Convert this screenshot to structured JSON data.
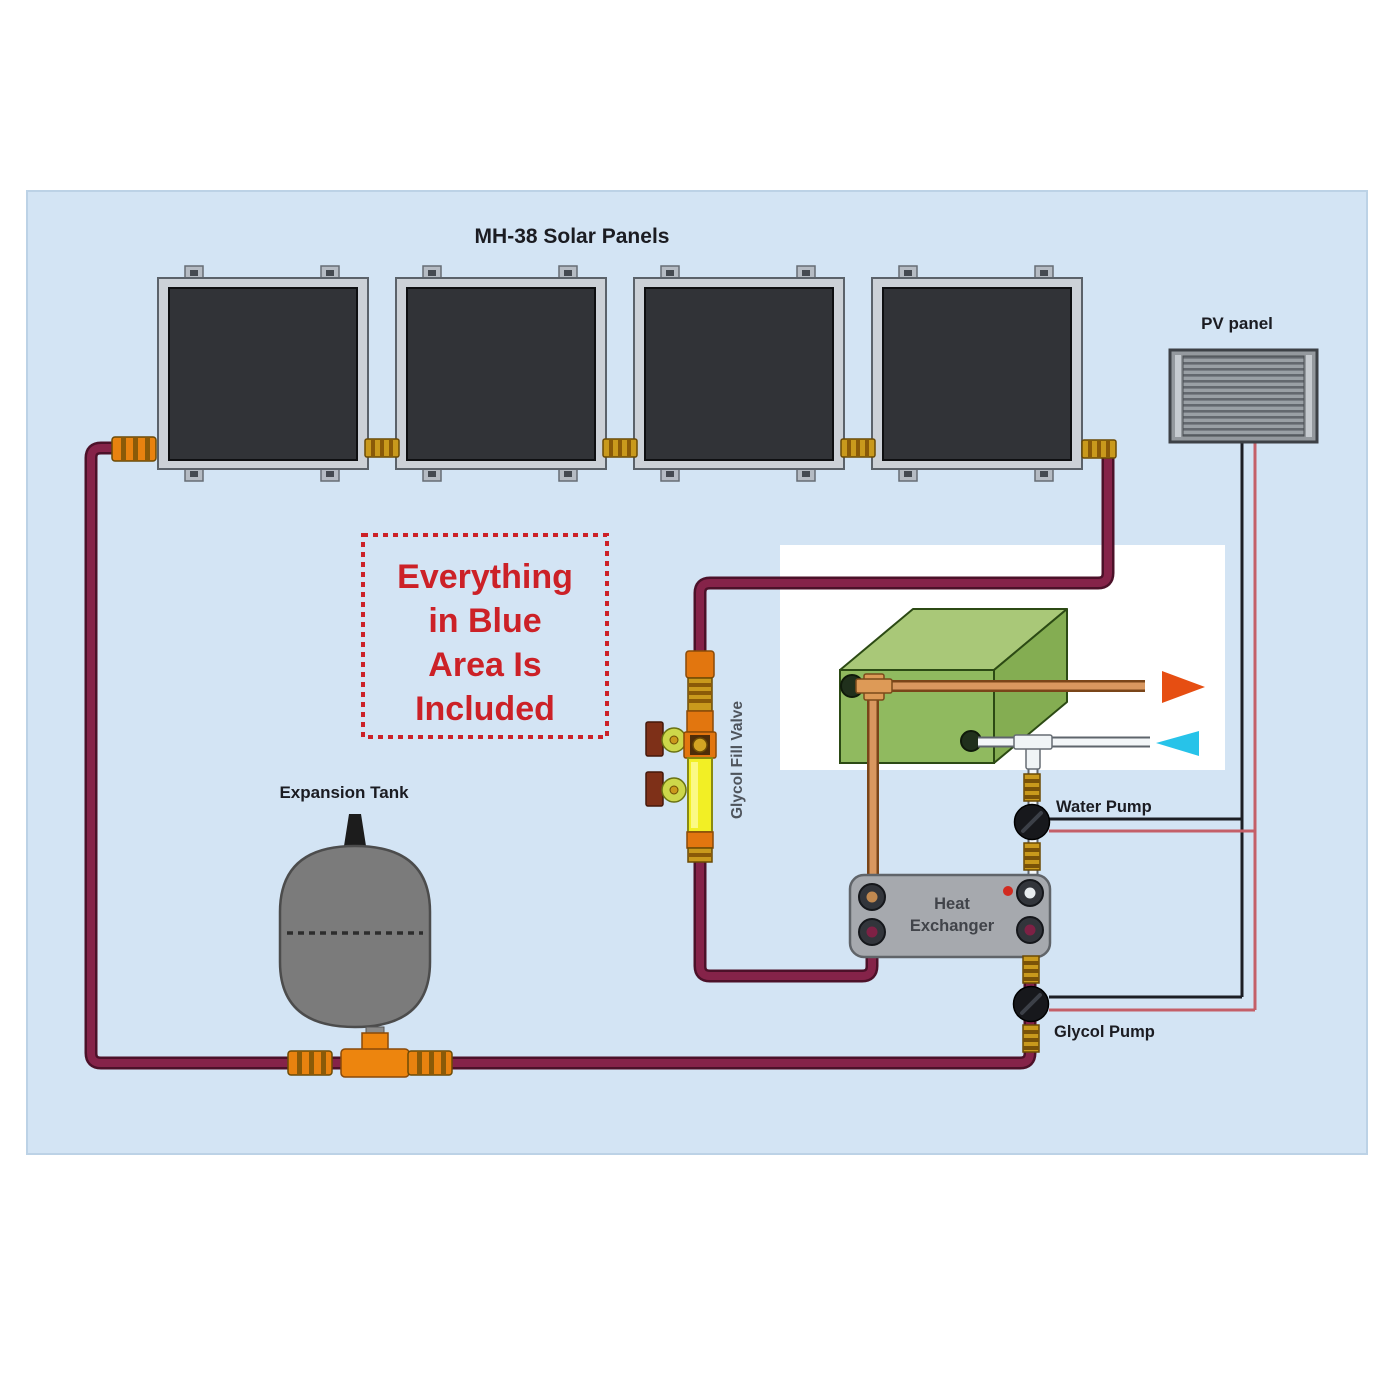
{
  "title": "MH-38 Solar Panels",
  "labels": {
    "pv_panel": "PV panel",
    "expansion_tank": "Expansion Tank",
    "glycol_fill_valve": "Glycol Fill Valve",
    "water_pump": "Water Pump",
    "glycol_pump": "Glycol Pump",
    "heat_exchanger": [
      "Heat",
      "Exchanger"
    ]
  },
  "note": {
    "lines": [
      "Everything",
      "in Blue",
      "Area Is",
      "Included"
    ],
    "color": "#cc2127"
  },
  "panel_count": "4",
  "colors": {
    "blue_area": "#d3e4f4",
    "note_red": "#cc2127",
    "glycol_pipe_maroon": "#852349",
    "copper_pipe": "#d9975f",
    "water_pipe_white": "#f3f6f8",
    "hot_water_arrow": "#e64e12",
    "cold_water_arrow": "#27c3e9",
    "pv_wire_black": "#1c1e24",
    "pv_wire_red": "#c45f68",
    "solar_absorber": "#313337",
    "storage_tank_green": "#90ba5f",
    "expansion_tank_gray": "#7b7b7b",
    "brass_fitting": "#c9991c",
    "valve_orange": "#e2760f",
    "valve_yellow": "#f2ef25"
  }
}
